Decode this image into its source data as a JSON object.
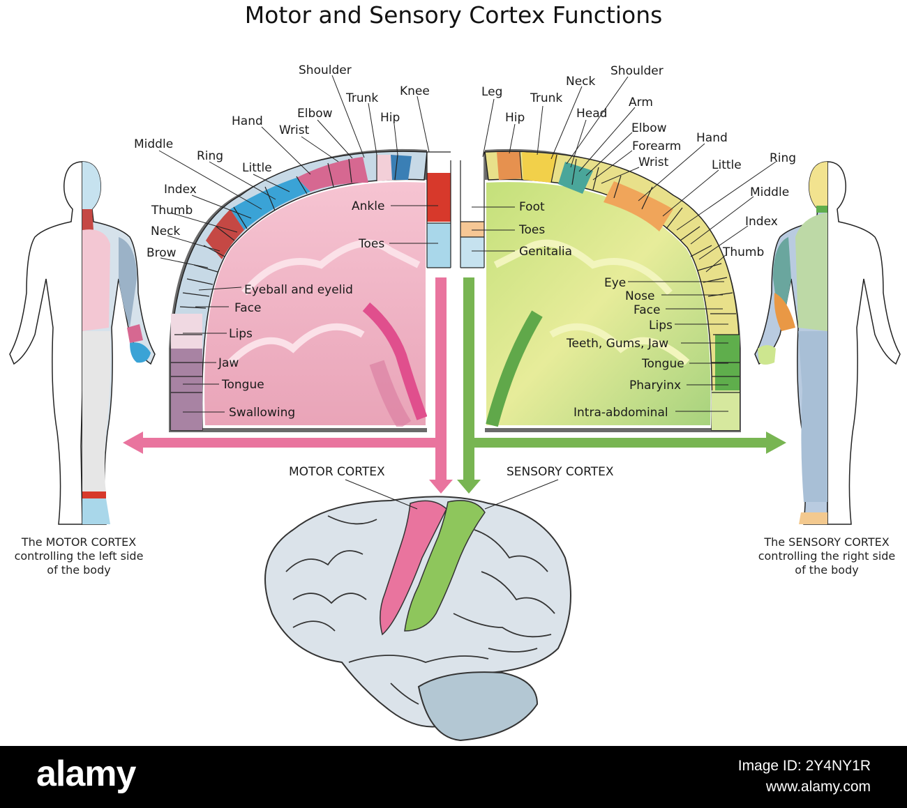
{
  "title": "Motor and Sensory Cortex Functions",
  "motor_labels": {
    "shoulder": "Shoulder",
    "trunk": "Trunk",
    "knee": "Knee",
    "elbow": "Elbow",
    "hip": "Hip",
    "hand": "Hand",
    "wrist": "Wrist",
    "middle": "Middle",
    "ring": "Ring",
    "little": "Little",
    "index": "Index",
    "thumb": "Thumb",
    "neck": "Neck",
    "brow": "Brow",
    "eyeball": "Eyeball and eyelid",
    "face": "Face",
    "lips": "Lips",
    "jaw": "Jaw",
    "tongue": "Tongue",
    "swallowing": "Swallowing",
    "ankle": "Ankle",
    "toes": "Toes"
  },
  "sensory_labels": {
    "leg": "Leg",
    "hip": "Hip",
    "trunk": "Trunk",
    "neck": "Neck",
    "shoulder": "Shoulder",
    "head": "Head",
    "arm": "Arm",
    "elbow": "Elbow",
    "forearm": "Forearm",
    "wrist": "Wrist",
    "hand": "Hand",
    "little": "Little",
    "ring": "Ring",
    "middle": "Middle",
    "index": "Index",
    "thumb": "Thumb",
    "foot": "Foot",
    "toes": "Toes",
    "genitalia": "Genitalia",
    "eye": "Eye",
    "nose": "Nose",
    "face": "Face",
    "lips": "Lips",
    "teeth": "Teeth, Gums, Jaw",
    "tongue": "Tongue",
    "pharynx": "Pharyinx",
    "intra": "Intra-abdominal"
  },
  "brain_labels": {
    "motor": "MOTOR CORTEX",
    "sensory": "SENSORY CORTEX"
  },
  "captions": {
    "left": [
      "The MOTOR CORTEX",
      "controlling the left side",
      "of the body"
    ],
    "right": [
      "The SENSORY CORTEX",
      "controlling the right side",
      "of the body"
    ]
  },
  "footer": {
    "logo": "alamy",
    "image_id": "Image ID: 2Y4NY1R",
    "site": "www.alamy.com"
  },
  "colors": {
    "motor": "#e9749e",
    "sensory": "#78b552",
    "motor_fill": "#f3b9cb",
    "sensory_fill": "#cfe49a"
  }
}
